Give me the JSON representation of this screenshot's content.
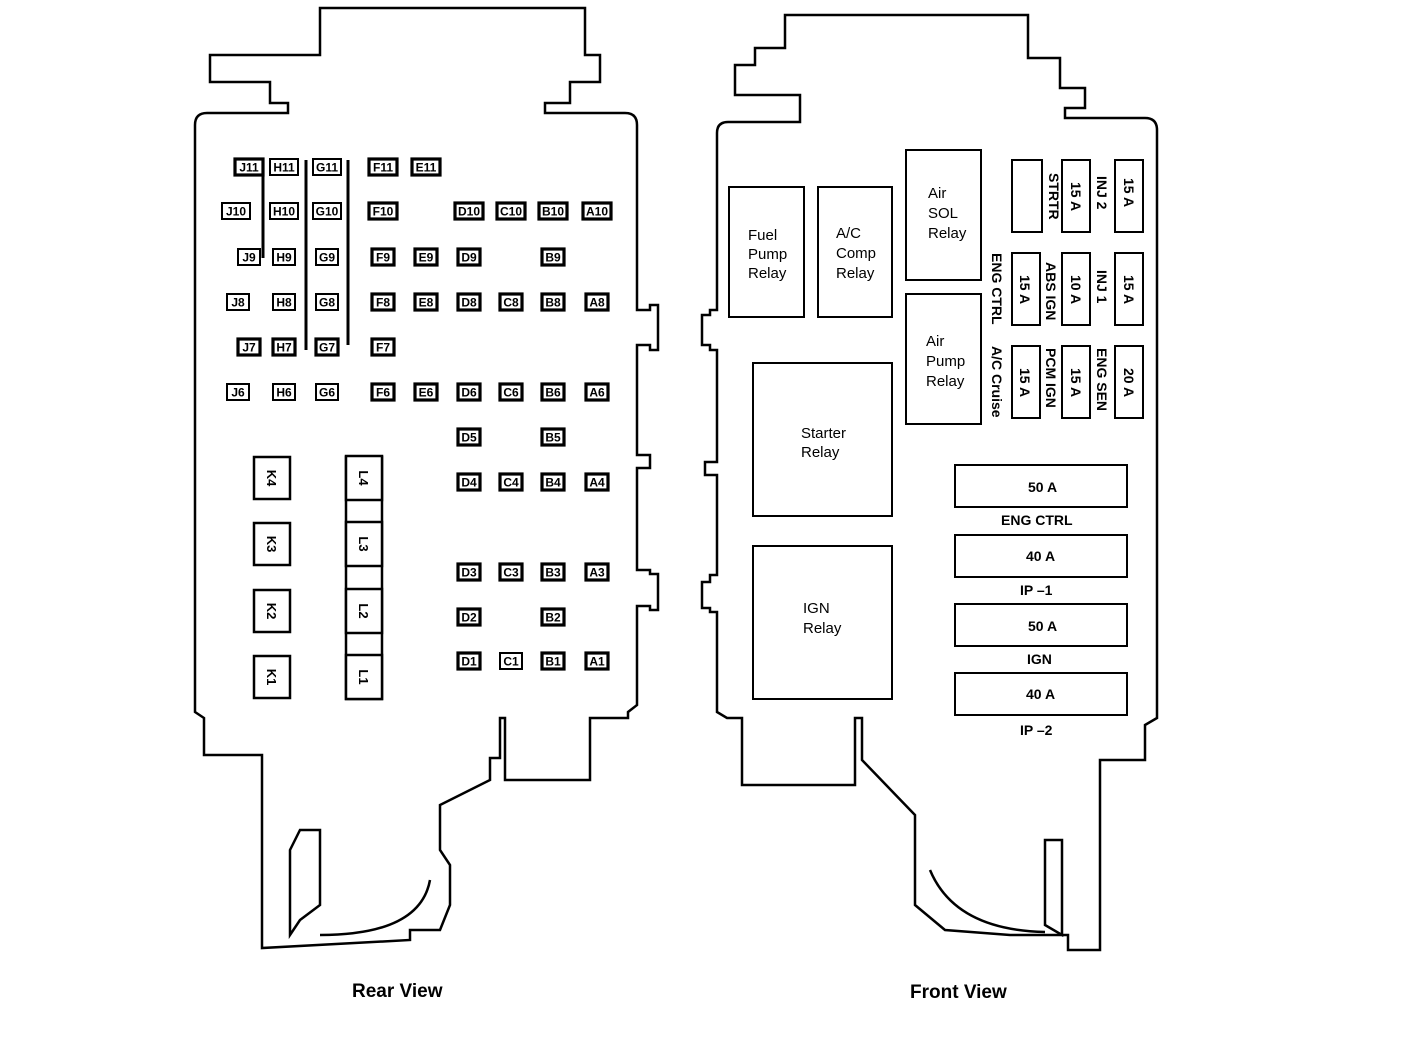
{
  "rear_view": {
    "caption": "Rear View",
    "terminals": [
      {
        "label": "J11",
        "col": "J",
        "row": 11,
        "dark": true
      },
      {
        "label": "H11",
        "col": "H",
        "row": 11
      },
      {
        "label": "G11",
        "col": "G",
        "row": 11
      },
      {
        "label": "F11",
        "col": "F",
        "row": 11,
        "dark": true
      },
      {
        "label": "E11",
        "col": "E",
        "row": 11,
        "dark": true
      },
      {
        "label": "J10",
        "col": "J",
        "row": 10
      },
      {
        "label": "H10",
        "col": "H",
        "row": 10
      },
      {
        "label": "G10",
        "col": "G",
        "row": 10
      },
      {
        "label": "F10",
        "col": "F",
        "row": 10,
        "dark": true
      },
      {
        "label": "D10",
        "col": "D",
        "row": 10,
        "dark": true
      },
      {
        "label": "C10",
        "col": "C",
        "row": 10,
        "dark": true
      },
      {
        "label": "B10",
        "col": "B",
        "row": 10,
        "dark": true
      },
      {
        "label": "A10",
        "col": "A",
        "row": 10,
        "dark": true
      },
      {
        "label": "J9",
        "col": "J",
        "row": 9
      },
      {
        "label": "H9",
        "col": "H",
        "row": 9
      },
      {
        "label": "G9",
        "col": "G",
        "row": 9
      },
      {
        "label": "F9",
        "col": "F",
        "row": 9,
        "dark": true
      },
      {
        "label": "E9",
        "col": "E",
        "row": 9,
        "dark": true
      },
      {
        "label": "D9",
        "col": "D",
        "row": 9,
        "dark": true
      },
      {
        "label": "B9",
        "col": "B",
        "row": 9,
        "dark": true
      },
      {
        "label": "J8",
        "col": "J",
        "row": 8
      },
      {
        "label": "H8",
        "col": "H",
        "row": 8
      },
      {
        "label": "G8",
        "col": "G",
        "row": 8
      },
      {
        "label": "F8",
        "col": "F",
        "row": 8,
        "dark": true
      },
      {
        "label": "E8",
        "col": "E",
        "row": 8,
        "dark": true
      },
      {
        "label": "D8",
        "col": "D",
        "row": 8,
        "dark": true
      },
      {
        "label": "C8",
        "col": "C",
        "row": 8,
        "dark": true
      },
      {
        "label": "B8",
        "col": "B",
        "row": 8,
        "dark": true
      },
      {
        "label": "A8",
        "col": "A",
        "row": 8,
        "dark": true
      },
      {
        "label": "J7",
        "col": "J",
        "row": 7,
        "dark": true
      },
      {
        "label": "H7",
        "col": "H",
        "row": 7,
        "dark": true
      },
      {
        "label": "G7",
        "col": "G",
        "row": 7,
        "dark": true
      },
      {
        "label": "F7",
        "col": "F",
        "row": 7,
        "dark": true
      },
      {
        "label": "J6",
        "col": "J",
        "row": 6
      },
      {
        "label": "H6",
        "col": "H",
        "row": 6
      },
      {
        "label": "G6",
        "col": "G",
        "row": 6
      },
      {
        "label": "F6",
        "col": "F",
        "row": 6,
        "dark": true
      },
      {
        "label": "E6",
        "col": "E",
        "row": 6,
        "dark": true
      },
      {
        "label": "D6",
        "col": "D",
        "row": 6,
        "dark": true
      },
      {
        "label": "C6",
        "col": "C",
        "row": 6,
        "dark": true
      },
      {
        "label": "B6",
        "col": "B",
        "row": 6,
        "dark": true
      },
      {
        "label": "A6",
        "col": "A",
        "row": 6,
        "dark": true
      },
      {
        "label": "D5",
        "col": "D",
        "row": 5,
        "dark": true
      },
      {
        "label": "B5",
        "col": "B",
        "row": 5,
        "dark": true
      },
      {
        "label": "D4",
        "col": "D",
        "row": 4,
        "dark": true
      },
      {
        "label": "C4",
        "col": "C",
        "row": 4,
        "dark": true
      },
      {
        "label": "B4",
        "col": "B",
        "row": 4,
        "dark": true
      },
      {
        "label": "A4",
        "col": "A",
        "row": 4,
        "dark": true
      },
      {
        "label": "D3",
        "col": "D",
        "row": 3,
        "dark": true
      },
      {
        "label": "C3",
        "col": "C",
        "row": 3,
        "dark": true
      },
      {
        "label": "B3",
        "col": "B",
        "row": 3,
        "dark": true
      },
      {
        "label": "A3",
        "col": "A",
        "row": 3,
        "dark": true
      },
      {
        "label": "D2",
        "col": "D",
        "row": 2,
        "dark": true
      },
      {
        "label": "B2",
        "col": "B",
        "row": 2,
        "dark": true
      },
      {
        "label": "D1",
        "col": "D",
        "row": 1,
        "dark": true
      },
      {
        "label": "C1",
        "col": "C",
        "row": 1
      },
      {
        "label": "B1",
        "col": "B",
        "row": 1,
        "dark": true
      },
      {
        "label": "A1",
        "col": "A",
        "row": 1,
        "dark": true
      }
    ],
    "k_terminals": [
      "K4",
      "K3",
      "K2",
      "K1"
    ],
    "l_terminals": [
      "L4",
      "L3",
      "L2",
      "L1"
    ]
  },
  "front_view": {
    "caption": "Front View",
    "relays": {
      "fuel_pump": "Fuel Pump Relay",
      "ac_comp": "A/C Comp Relay",
      "air_sol": "Air SOL Relay",
      "air_pump": "Air Pump Relay",
      "starter": "Starter Relay",
      "ign": "IGN Relay"
    },
    "mini_fuses": {
      "strtr": {
        "name": "STRTR",
        "rating": ""
      },
      "inj2": {
        "name": "INJ 2",
        "rating": "15 A"
      },
      "inj2_pair": {
        "rating": "15 A"
      },
      "eng_ctrl": {
        "name": "ENG CTRL",
        "rating": "15 A"
      },
      "abs_ign": {
        "name": "ABS IGN",
        "rating": "10 A"
      },
      "inj1": {
        "name": "INJ 1",
        "rating": "15 A"
      },
      "ac_cruise": {
        "name": "A/C Cruise",
        "rating": "15 A"
      },
      "pcm_ign": {
        "name": "PCM IGN",
        "rating": "15 A"
      },
      "eng_sen": {
        "name": "ENG SEN",
        "rating": "20 A"
      }
    },
    "maxi_fuses": [
      {
        "rating": "50 A",
        "name": "ENG CTRL"
      },
      {
        "rating": "40 A",
        "name": "IP –1"
      },
      {
        "rating": "50 A",
        "name": "IGN"
      },
      {
        "rating": "40 A",
        "name": "IP –2"
      }
    ]
  }
}
